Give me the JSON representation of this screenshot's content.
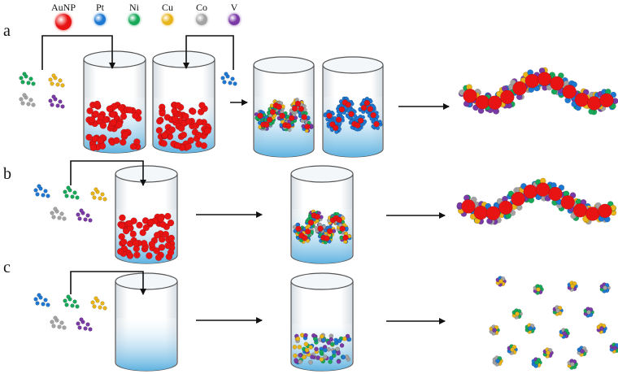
{
  "legend": [
    {
      "label": "AuNP",
      "color": "#e81414",
      "size": "big"
    },
    {
      "label": "Pt",
      "color": "#1e78d2",
      "size": "small"
    },
    {
      "label": "Ni",
      "color": "#17a85a",
      "size": "small"
    },
    {
      "label": "Cu",
      "color": "#e8b41a",
      "size": "small"
    },
    {
      "label": "Co",
      "color": "#a3a3a3",
      "size": "small"
    },
    {
      "label": "V",
      "color": "#7a3aa6",
      "size": "small"
    }
  ],
  "rows": [
    {
      "label": "a"
    },
    {
      "label": "b"
    },
    {
      "label": "c"
    }
  ]
}
